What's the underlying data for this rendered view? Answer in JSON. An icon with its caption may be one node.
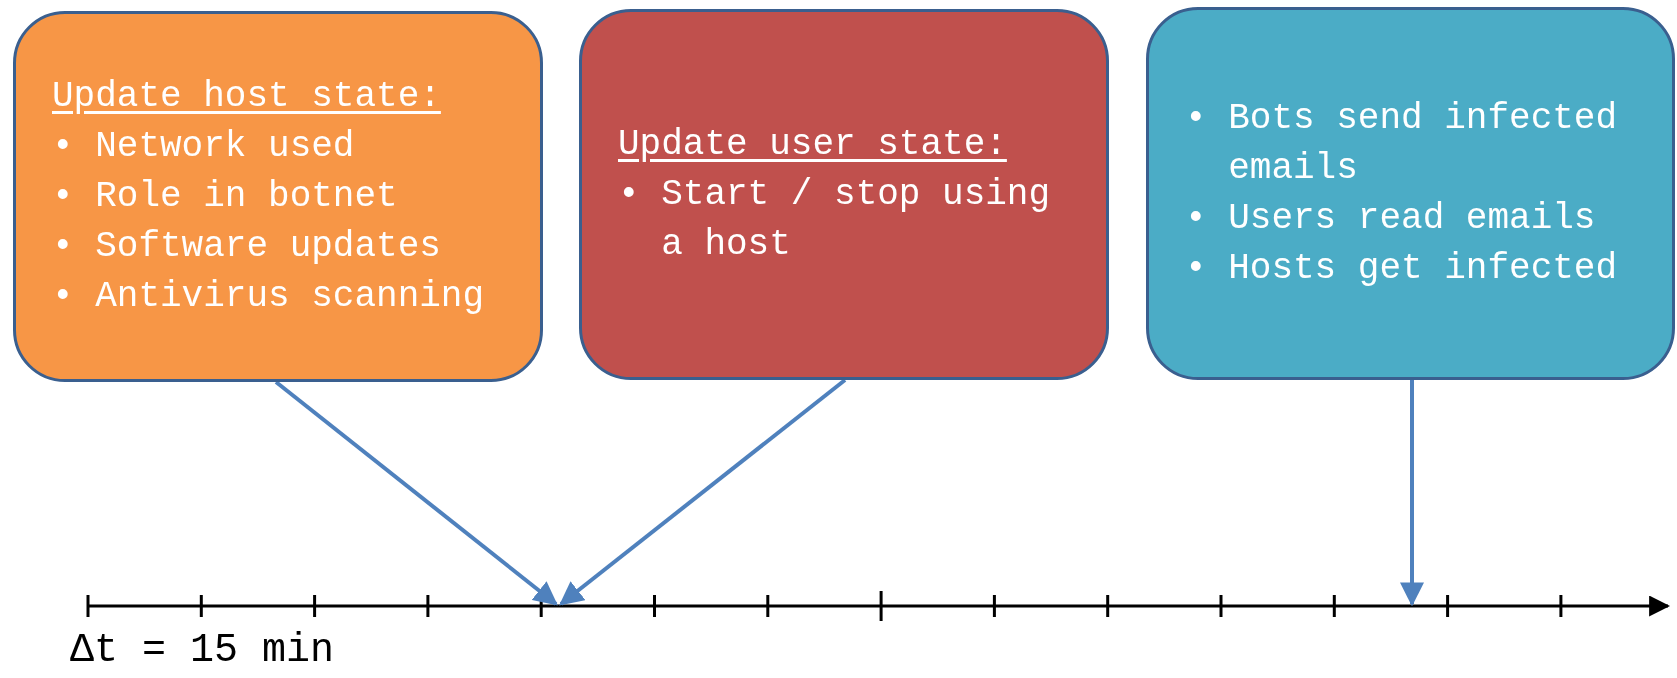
{
  "diagram": {
    "nodes": [
      {
        "text": [
          "Update host state:",
          "• Network used",
          "• Role in botnet",
          "• Software updates",
          "• Antivirus scanning"
        ]
      },
      {
        "text": [
          "Update user state:",
          "• Start / stop using a host"
        ]
      },
      {
        "text": [
          "• Bots send infected emails",
          "• Users read emails",
          "• Hosts get infected"
        ]
      }
    ],
    "edges": [
      {
        "from": 0,
        "to": null,
        "arrow": "to"
      },
      {
        "from": 1,
        "to": null,
        "arrow": "to"
      },
      {
        "from": 2,
        "to": null,
        "arrow": "to"
      }
    ],
    "labels": [
      "Δt = 15 min"
    ]
  }
}
